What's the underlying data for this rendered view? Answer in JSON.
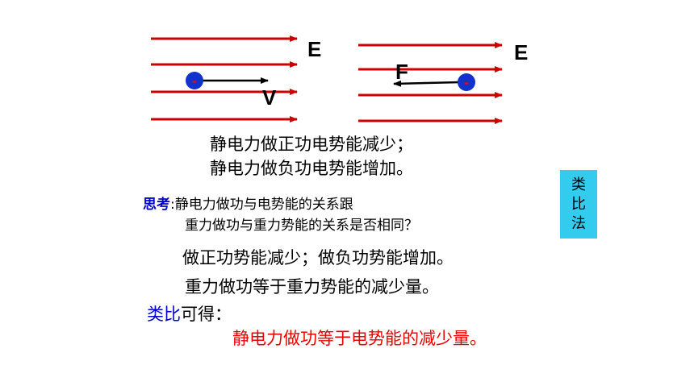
{
  "colors": {
    "field_line": "#cc0000",
    "charge_fill": "#1133cc",
    "charge_sign": "#ff0000",
    "think_label": "#0000cc",
    "analogy_label": "#0000cc",
    "conclusion": "#ee0000",
    "box_bg": "#33ccee"
  },
  "left_field": {
    "field_label": "E",
    "velocity_label": "V",
    "charge_sign": "-"
  },
  "right_field": {
    "field_label": "E",
    "force_label": "F",
    "charge_sign": "-"
  },
  "statements": {
    "line1": "静电力做正功电势能减少；",
    "line2": "静电力做负功电势能增加。"
  },
  "analogy_box": {
    "chars": [
      "类",
      "比",
      "法"
    ]
  },
  "question": {
    "label": "思考",
    "sep": ":",
    "line1": "静电力做功与电势能的关系跟",
    "line2": "重力做功与重力势能的关系是否相同？"
  },
  "gravity": {
    "line1": "做正功势能减少；做负功势能增加。",
    "line2": "重力做功等于重力势能的减少量。"
  },
  "conclusion": {
    "label": "类比",
    "rest": "可得：",
    "text": "静电力做功等于电势能的减少量。"
  }
}
